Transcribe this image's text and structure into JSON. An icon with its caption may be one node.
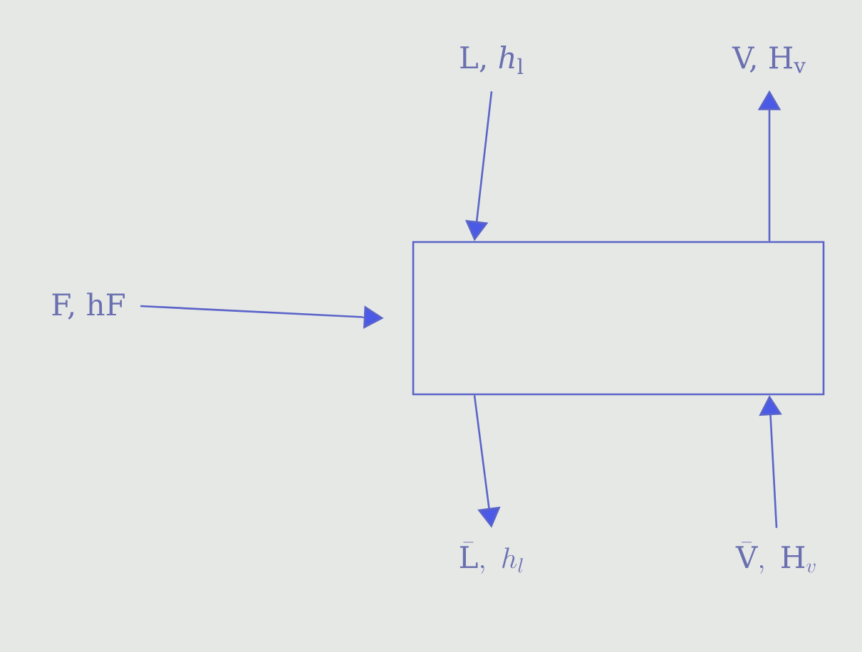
{
  "diagram": {
    "nodes": [
      {
        "text": [],
        "shape": "box"
      },
      {
        "text": [
          "F, hF"
        ]
      },
      {
        "text": [
          "L, *h*$_{l}$"
        ]
      },
      {
        "text": [
          "V, H$_{v}$"
        ]
      },
      {
        "text": [
          "\\bar{\\mathrm{L}},\\ h_{l}"
        ]
      },
      {
        "text": [
          "\\bar{\\mathrm{V}},\\ \\mathrm{H}_{v}"
        ]
      }
    ],
    "edges": [
      {
        "from": 1,
        "to": 0,
        "arrow": "to"
      },
      {
        "from": 2,
        "to": 0,
        "arrow": "to"
      },
      {
        "from": 0,
        "to": 3,
        "arrow": "to"
      },
      {
        "from": 0,
        "to": 4,
        "arrow": "to"
      },
      {
        "from": 5,
        "to": 0,
        "arrow": "to"
      }
    ]
  }
}
